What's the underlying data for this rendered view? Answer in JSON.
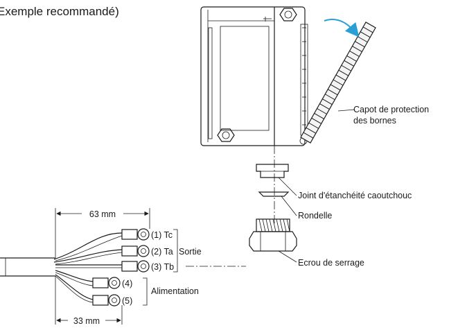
{
  "title": "Exemple recommandé)",
  "labels": {
    "cover": [
      "Capot de protection",
      "des bornes"
    ],
    "gasket": "Joint d'étanchéité caoutchouc",
    "washer": "Rondelle",
    "nut": "Ecrou de serrage",
    "output": "Sortie",
    "power": "Alimentation"
  },
  "dimensions": {
    "top": "63 mm",
    "bottom": "33 mm"
  },
  "terminals": [
    "(1) Tc",
    "(2) Ta",
    "(3) Tb",
    "(4)",
    "(5)"
  ],
  "colors": {
    "arrow": "#2a9fd6",
    "line": "#1a1a1a",
    "fill": "#ffffff"
  }
}
